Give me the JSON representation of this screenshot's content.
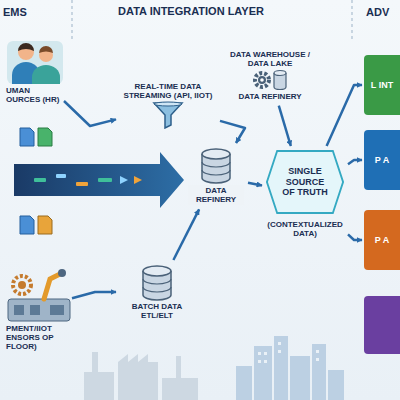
{
  "diagram": {
    "title": "DATA INTEGRATION LAYER",
    "nodes": [
      {
        "text": [
          "UMAN OURCES (HR)"
        ]
      },
      {
        "text": [
          "PMENT/IIOT ENSORS OP FLOOR)"
        ]
      },
      {
        "text": [
          "REAL-TIME DATA STREAMING (API, IIOT)"
        ]
      },
      {
        "text": [
          "DATA REFINERY"
        ]
      },
      {
        "text": [
          "BATCH DATA ETL/ELT"
        ]
      },
      {
        "text": [
          "DATA WAREHOUSE / DATA LAKE",
          "DATA REFINERY"
        ]
      },
      {
        "text": [
          "SINGLE SOURCE OF TRUTH",
          "(CONTEXTUALIZED DATA)"
        ]
      },
      {
        "text": [
          "L INT"
        ]
      },
      {
        "text": [
          "P A"
        ]
      },
      {
        "text": [
          "P A"
        ]
      }
    ],
    "edges": [
      {
        "from": 0,
        "to": 2,
        "arrow": "to"
      },
      {
        "from": 1,
        "to": 4,
        "arrow": "to"
      },
      {
        "from": 2,
        "to": 3,
        "arrow": "to"
      },
      {
        "from": 4,
        "to": 3,
        "arrow": "to"
      },
      {
        "from": 3,
        "to": 6,
        "arrow": "to"
      },
      {
        "from": 5,
        "to": 6,
        "arrow": "to"
      },
      {
        "from": 6,
        "to": 7,
        "arrow": "to"
      },
      {
        "from": 6,
        "to": 8,
        "arrow": "to"
      },
      {
        "from": 6,
        "to": 9,
        "arrow": "to"
      }
    ],
    "labels": [
      "EMS",
      "ADV"
    ]
  }
}
